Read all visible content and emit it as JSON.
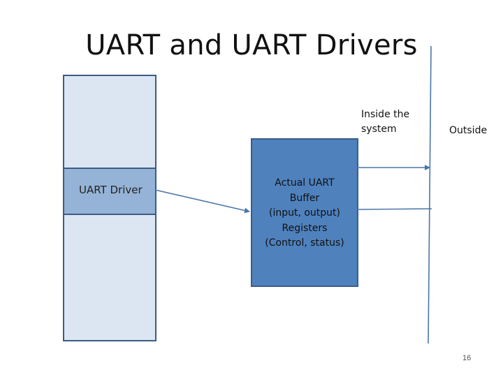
{
  "slide": {
    "title": "UART and UART Drivers",
    "page_number": "16"
  },
  "diagram": {
    "driver_label": "UART Driver",
    "uart_box_lines": [
      "Actual UART",
      "Buffer",
      "(input, output)",
      "Registers",
      "(Control, status)"
    ],
    "inside_label_lines": [
      "Inside the",
      "system"
    ],
    "outside_label": "Outside"
  },
  "colors": {
    "column_fill": "#dce6f2",
    "driver_fill": "#95b3d7",
    "uart_fill": "#4f81bd",
    "line_color": "#4a76a8"
  }
}
